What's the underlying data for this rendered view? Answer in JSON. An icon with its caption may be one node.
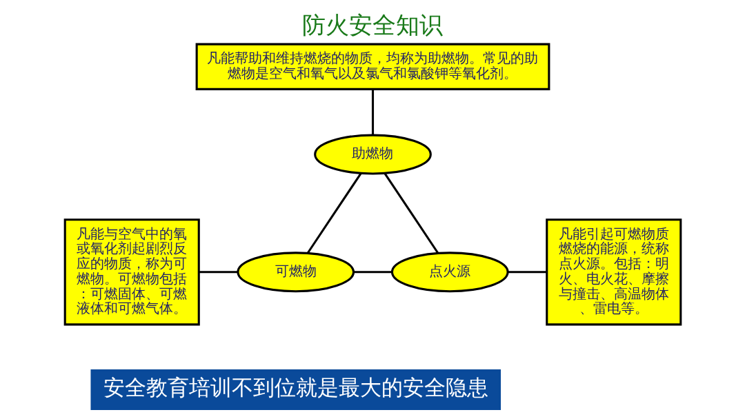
{
  "diagram": {
    "title": "防火安全知识",
    "caption": "安全教育培训不到位就是最大的安全隐患",
    "nodes": [
      {
        "text": [
          "凡能帮助和维持燃烧的物质，均称为助燃物。常见的助燃物是空气和氧气以及氯气和氯酸钾等氧化剂。"
        ]
      },
      {
        "text": [
          "助燃物"
        ]
      },
      {
        "text": [
          "凡能与空气中的氧或氧化剂起剧烈反应的物质，称为可燃物。可燃物包括：可燃固体、可燃液体和可燃气体。"
        ]
      },
      {
        "text": [
          "可燃物"
        ]
      },
      {
        "text": [
          "点火源"
        ]
      },
      {
        "text": [
          "凡能引起可燃物质燃烧的能源，统称点火源。包括：明火、电火花、摩擦与撞击、高温物体、雷电等。"
        ]
      }
    ],
    "edges": [
      {
        "from": 0,
        "to": 1,
        "arrow": "none"
      },
      {
        "from": 1,
        "to": 3,
        "arrow": "none"
      },
      {
        "from": 1,
        "to": 4,
        "arrow": "none"
      },
      {
        "from": 2,
        "to": 3,
        "arrow": "none"
      },
      {
        "from": 3,
        "to": 4,
        "arrow": "none"
      },
      {
        "from": 4,
        "to": 5,
        "arrow": "none"
      }
    ]
  }
}
